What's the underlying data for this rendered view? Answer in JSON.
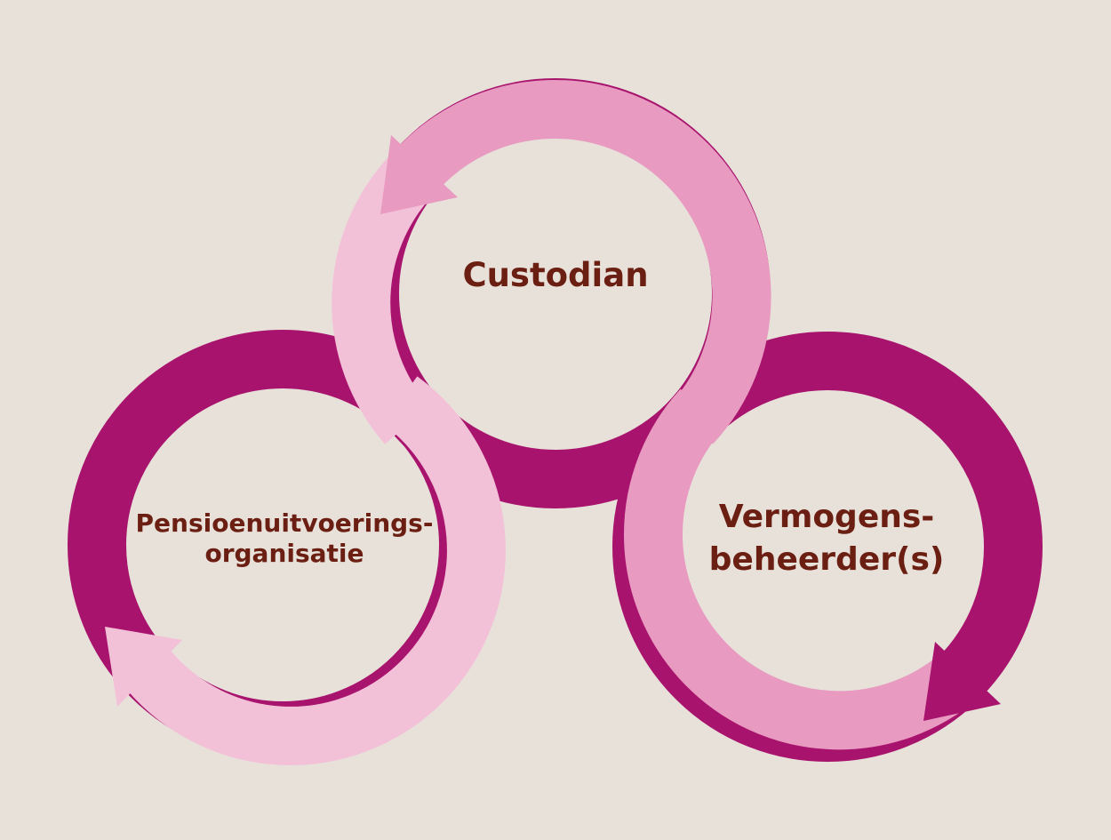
{
  "colors": {
    "background": "#e8e1da",
    "magenta": "#a8136d",
    "medium_pink": "#e89ac0",
    "light_pink": "#f2c1d8",
    "text": "#6b1f12"
  },
  "nodes": {
    "custodian": {
      "label": "Custodian"
    },
    "pensioen": {
      "line1": "Pensioenuitvoerings-",
      "line2": "organisatie"
    },
    "vermogens": {
      "line1": "Vermogens-",
      "line2": "beheerder(s)"
    }
  }
}
